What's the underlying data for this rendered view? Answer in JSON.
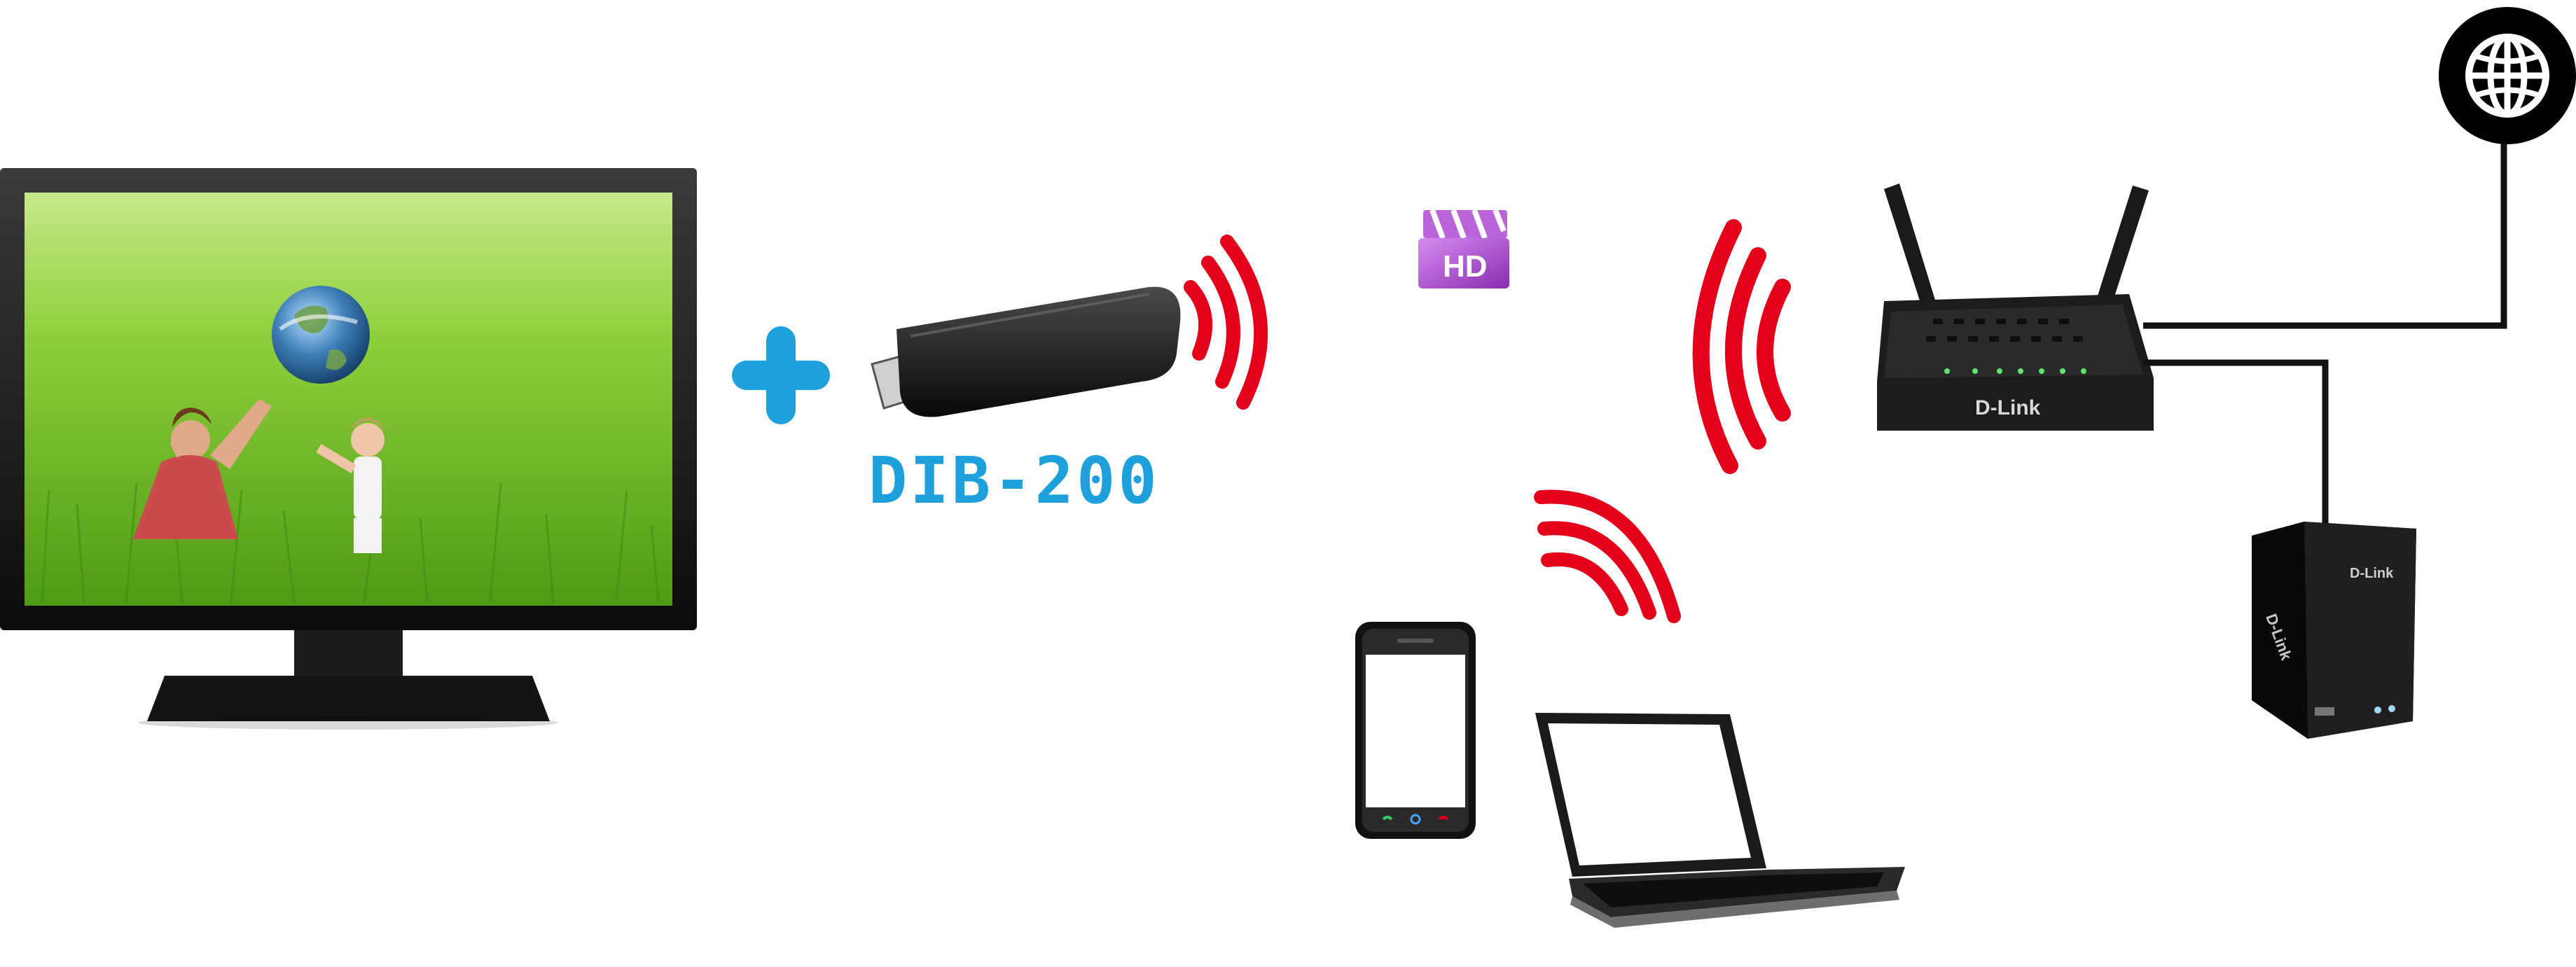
{
  "product": {
    "label": "DIB-200"
  },
  "badges": {
    "hd": "HD"
  },
  "branding": {
    "router_logo": "D-Link",
    "nas_logo": "D-Link",
    "nas_side_logo": "D-Link"
  },
  "icons": {
    "plus": "plus-icon",
    "internet": "globe-icon",
    "wifi": "wifi-signal-icon"
  },
  "colors": {
    "accent_blue": "#1ea0dd",
    "signal_red": "#e4001b",
    "hd_purple": "#a23ec2",
    "device_black": "#1a1a1a",
    "cable": "#111111"
  }
}
